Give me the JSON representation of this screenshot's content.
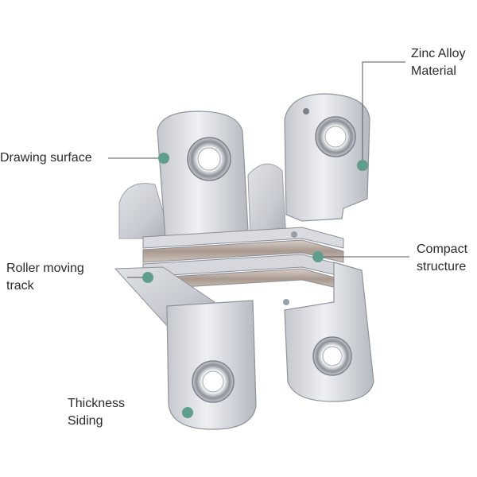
{
  "callouts": {
    "zinc_alloy": "Zinc Alloy\nMaterial",
    "drawing_surface": "Drawing surface",
    "compact_structure": "Compact\nstructure",
    "roller_track": "Roller moving\ntrack",
    "thickness_siding": "Thickness\nSiding"
  },
  "colors": {
    "marker": "#5f9e8c",
    "leader_line": "#555555",
    "metal_light": "#e4e6ea",
    "metal_mid": "#c9ccd2",
    "metal_dark": "#9a9ea6",
    "bronze_link": "#b7a79c"
  }
}
